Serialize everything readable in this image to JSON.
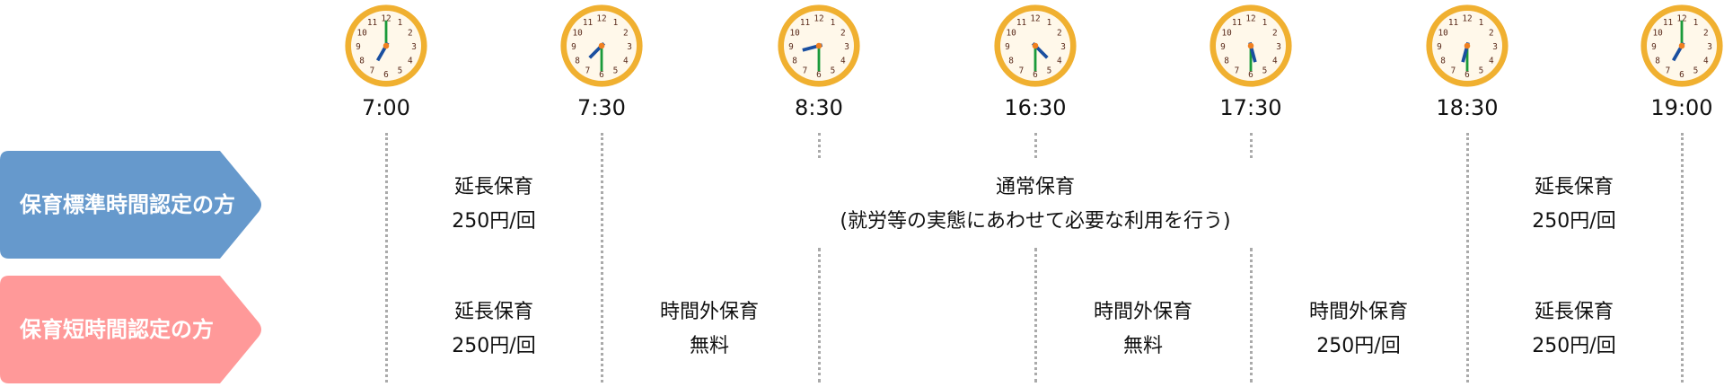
{
  "times": [
    "7:00",
    "7:30",
    "8:30",
    "16:30",
    "17:30",
    "18:30",
    "19:00"
  ],
  "rows": [
    {
      "label": "保育標準時間認定の方",
      "color": "#6699cc",
      "cells": [
        {
          "line1": "延長保育",
          "line2": "250円/回"
        },
        {
          "line1": "通常保育",
          "line2": "(就労等の実態にあわせて必要な利用を行う)"
        },
        {
          "line1": "延長保育",
          "line2": "250円/回"
        }
      ]
    },
    {
      "label": "保育短時間認定の方",
      "color": "#ff9999",
      "cells": [
        {
          "line1": "延長保育",
          "line2": "250円/回"
        },
        {
          "line1": "時間外保育",
          "line2": "無料"
        },
        {
          "line1": "時間外保育",
          "line2": "無料"
        },
        {
          "line1": "時間外保育",
          "line2": "250円/回"
        },
        {
          "line1": "延長保育",
          "line2": "250円/回"
        }
      ]
    }
  ],
  "clock_colors": {
    "rim": "#f0b030",
    "face": "#fff8ea",
    "hour_hand": "#1a4fa0",
    "minute_hand": "#1a9a3a",
    "numerals": "#5a2a1a"
  }
}
